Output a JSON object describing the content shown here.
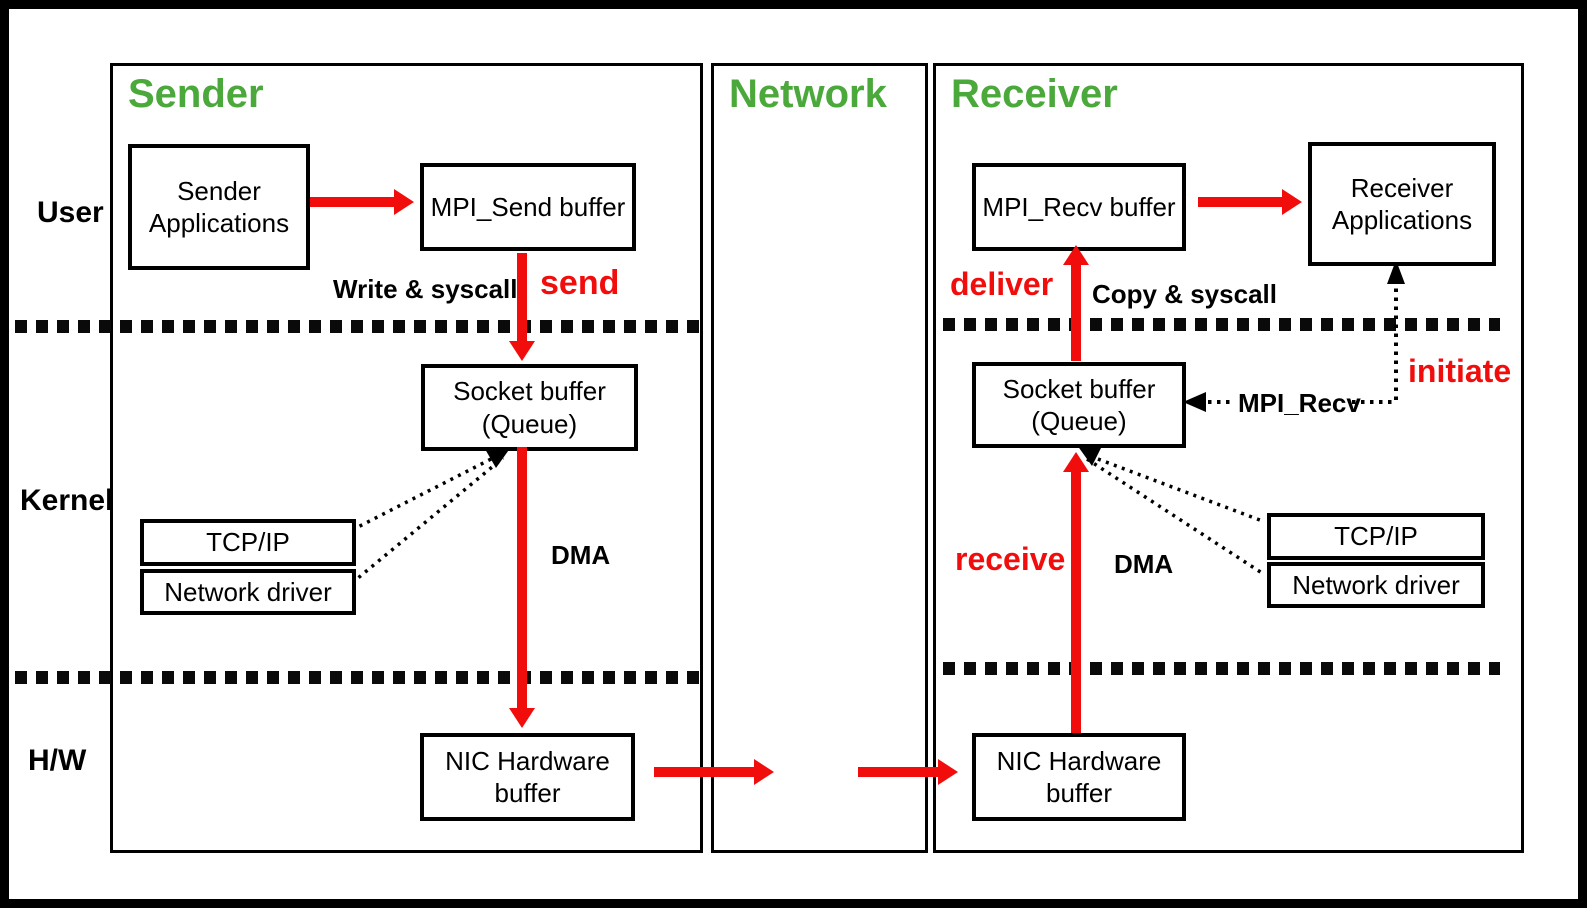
{
  "colors": {
    "panel_title_green": "#4ba93c",
    "arrow_red": "#f20d0d",
    "line_black": "#000000"
  },
  "row_labels": {
    "user": "User",
    "kernel": "Kernel",
    "hw": "H/W"
  },
  "sender": {
    "title": "Sender",
    "apps_line1": "Sender",
    "apps_line2": "Applications",
    "mpi_buffer": "MPI_Send buffer",
    "socket_line1": "Socket buffer",
    "socket_line2": "(Queue)",
    "tcpip": "TCP/IP",
    "net_driver": "Network driver",
    "nic_line1": "NIC Hardware",
    "nic_line2": "buffer",
    "write_syscall": "Write & syscall",
    "send": "send",
    "dma": "DMA"
  },
  "network": {
    "title": "Network"
  },
  "receiver": {
    "title": "Receiver",
    "mpi_buffer": "MPI_Recv buffer",
    "apps_line1": "Receiver",
    "apps_line2": "Applications",
    "socket_line1": "Socket buffer",
    "socket_line2": "(Queue)",
    "tcpip": "TCP/IP",
    "net_driver": "Network driver",
    "nic_line1": "NIC Hardware",
    "nic_line2": "buffer",
    "deliver": "deliver",
    "copy_syscall": "Copy & syscall",
    "receive": "receive",
    "dma": "DMA",
    "mpi_recv_call": "MPI_Recv",
    "initiate": "initiate"
  }
}
